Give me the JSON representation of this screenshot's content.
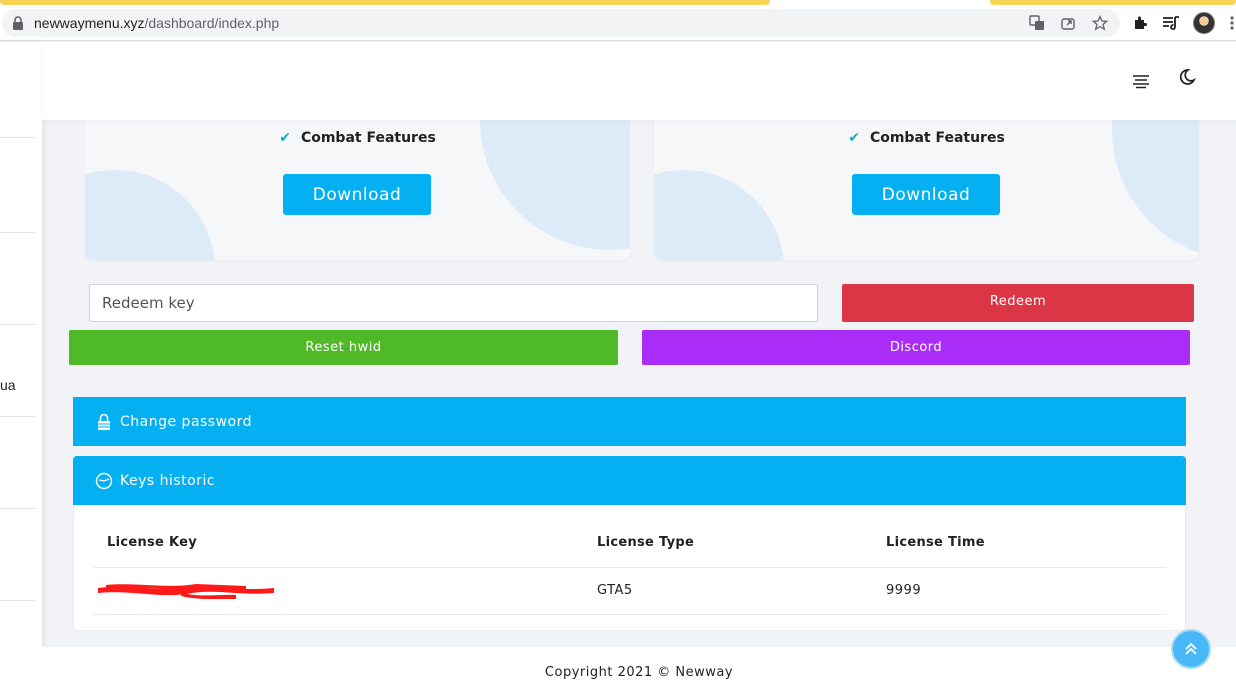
{
  "browser": {
    "url_host": "newwaymenu.xyz",
    "url_path": "/dashboard/index.php"
  },
  "sidebar": {
    "partial_label": "ua"
  },
  "cards": [
    {
      "feature": "Combat Features",
      "button": "Download"
    },
    {
      "feature": "Combat Features",
      "button": "Download"
    }
  ],
  "redeem": {
    "placeholder": "Redeem key",
    "button": "Redeem"
  },
  "actions": {
    "reset_hwid": "Reset hwid",
    "discord": "Discord"
  },
  "panels": {
    "change_password": "Change password",
    "keys_historic": "Keys historic"
  },
  "keys_table": {
    "headers": [
      "License Key",
      "License Type",
      "License Time"
    ],
    "rows": [
      {
        "key": "",
        "type": "GTA5",
        "time": "9999"
      }
    ]
  },
  "footer": {
    "copyright": "Copyright 2021 © Newway"
  },
  "colors": {
    "accent": "#04b0f2",
    "danger": "#dc3545",
    "success": "#4fb928",
    "discord": "#a92cf7"
  }
}
